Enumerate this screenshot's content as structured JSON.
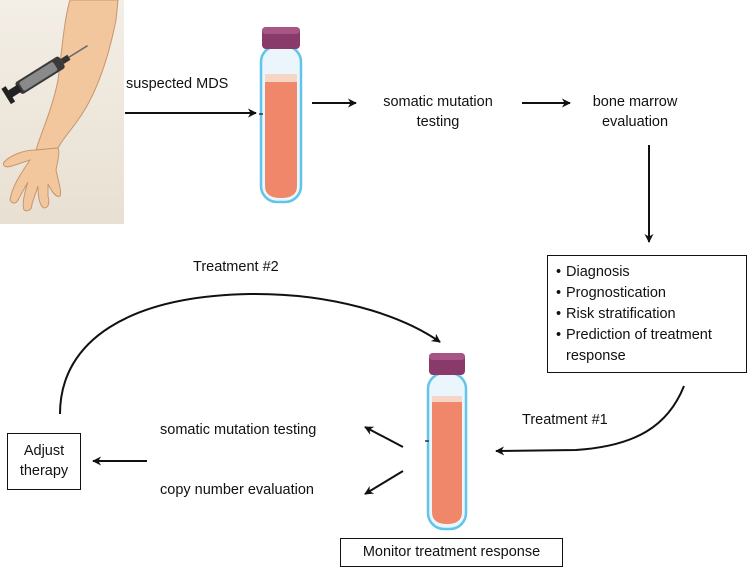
{
  "steps": {
    "suspected": "suspected MDS",
    "somatic_testing_line1": "somatic mutation",
    "somatic_testing_line2": "testing",
    "marrow_line1": "bone marrow",
    "marrow_line2": "evaluation"
  },
  "findings": [
    "Diagnosis",
    "Prognostication",
    "Risk stratification",
    "Prediction of treatment",
    "response"
  ],
  "treatment1": "Treatment #1",
  "treatment2": "Treatment #2",
  "monitoring": {
    "somatic": "somatic mutation testing",
    "copy_number": "copy number evaluation",
    "label": "Monitor treatment response"
  },
  "adjust": {
    "line1": "Adjust",
    "line2": "therapy"
  },
  "colors": {
    "blood": "#f0876a",
    "tube_cap": "#8a3a6a",
    "tube_glass": "#62c4e8",
    "skin": "#f2c79e"
  }
}
